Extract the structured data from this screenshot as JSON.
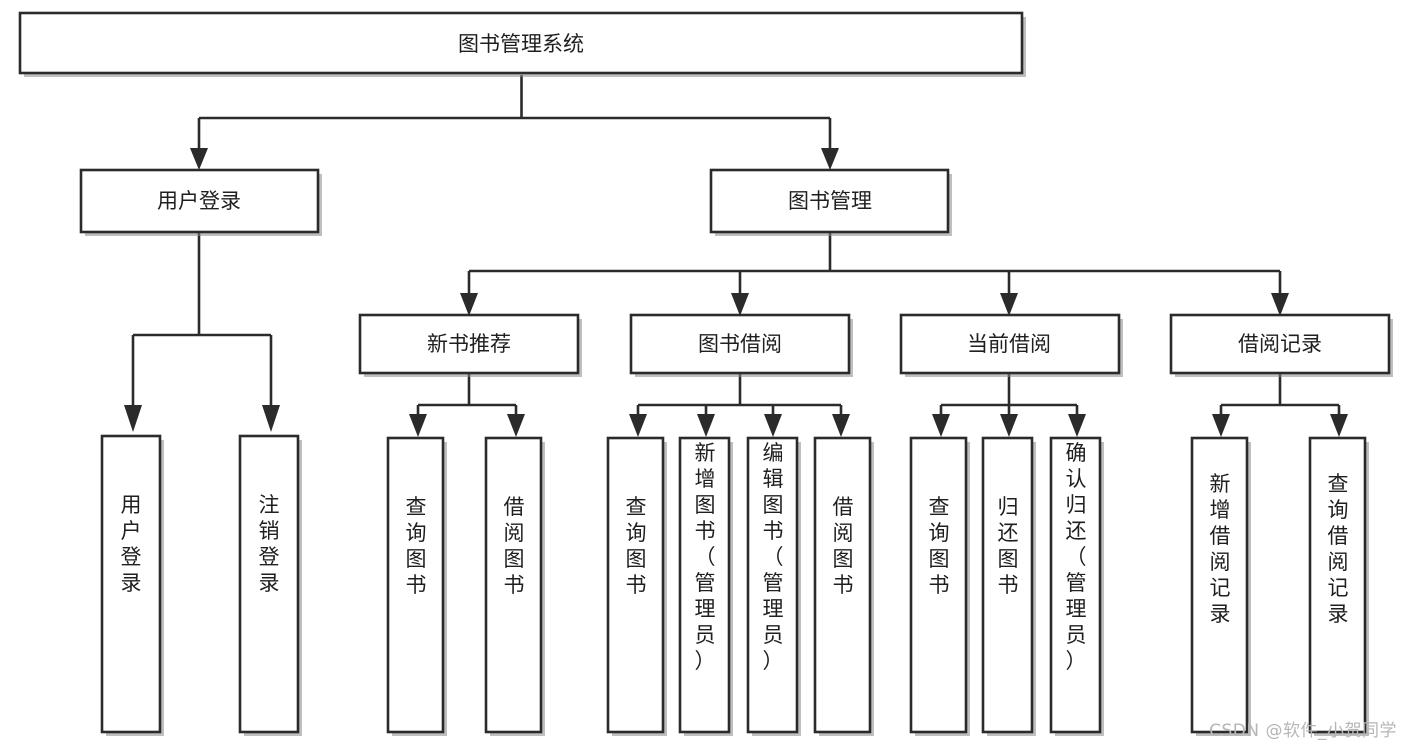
{
  "diagram": {
    "type": "tree-hierarchy",
    "title": "图书管理系统",
    "orientation": "top-down",
    "style": {
      "box_fill": "#ffffff",
      "box_stroke": "#2b2b2b",
      "shadow": "#8a8a8a",
      "text_color": "#1f1f1f",
      "background": "#ffffff"
    },
    "levels": [
      {
        "level": 1,
        "nodes": [
          {
            "id": "root",
            "label": "图书管理系统",
            "text_orientation": "horizontal"
          }
        ]
      },
      {
        "level": 2,
        "nodes": [
          {
            "id": "login",
            "label": "用户登录",
            "text_orientation": "horizontal",
            "parent": "root"
          },
          {
            "id": "bookmgmt",
            "label": "图书管理",
            "text_orientation": "horizontal",
            "parent": "root"
          }
        ]
      },
      {
        "level": 3,
        "nodes": [
          {
            "id": "newbook",
            "label": "新书推荐",
            "text_orientation": "horizontal",
            "parent": "bookmgmt"
          },
          {
            "id": "borrow",
            "label": "图书借阅",
            "text_orientation": "horizontal",
            "parent": "bookmgmt"
          },
          {
            "id": "current",
            "label": "当前借阅",
            "text_orientation": "horizontal",
            "parent": "bookmgmt"
          },
          {
            "id": "records",
            "label": "借阅记录",
            "text_orientation": "horizontal",
            "parent": "bookmgmt"
          }
        ]
      },
      {
        "level": 4,
        "nodes": [
          {
            "id": "leaf1",
            "label": "用户登录",
            "text_orientation": "vertical",
            "parent": "login"
          },
          {
            "id": "leaf2",
            "label": "注销登录",
            "text_orientation": "vertical",
            "parent": "login"
          },
          {
            "id": "leaf3",
            "label": "查询图书",
            "text_orientation": "vertical",
            "parent": "newbook"
          },
          {
            "id": "leaf4",
            "label": "借阅图书",
            "text_orientation": "vertical",
            "parent": "newbook"
          },
          {
            "id": "leaf5",
            "label": "查询图书",
            "text_orientation": "vertical",
            "parent": "borrow"
          },
          {
            "id": "leaf6",
            "label": "新增图书（管理员）",
            "text_orientation": "vertical",
            "parent": "borrow"
          },
          {
            "id": "leaf7",
            "label": "编辑图书（管理员）",
            "text_orientation": "vertical",
            "parent": "borrow"
          },
          {
            "id": "leaf8",
            "label": "借阅图书",
            "text_orientation": "vertical",
            "parent": "borrow"
          },
          {
            "id": "leaf9",
            "label": "查询图书",
            "text_orientation": "vertical",
            "parent": "current"
          },
          {
            "id": "leaf10",
            "label": "归还图书",
            "text_orientation": "vertical",
            "parent": "current"
          },
          {
            "id": "leaf11",
            "label": "确认归还（管理员）",
            "text_orientation": "vertical",
            "parent": "current"
          },
          {
            "id": "leaf12",
            "label": "新增借阅记录",
            "text_orientation": "vertical",
            "parent": "records"
          },
          {
            "id": "leaf13",
            "label": "查询借阅记录",
            "text_orientation": "vertical",
            "parent": "records"
          }
        ]
      }
    ]
  },
  "watermark": {
    "text": "CSDN @软件_小贺同学"
  }
}
